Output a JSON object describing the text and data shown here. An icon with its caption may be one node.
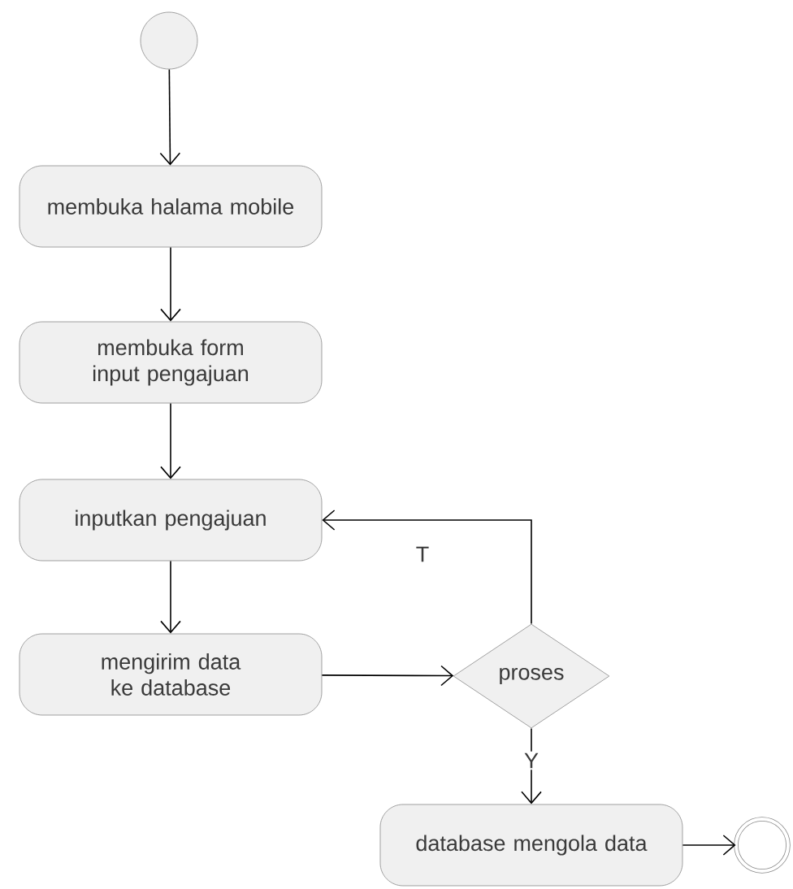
{
  "diagram": {
    "nodes": [
      {
        "text": [],
        "shape": "circle"
      },
      {
        "text": [
          "membuka halama mobile"
        ]
      },
      {
        "text": [
          "membuka form input pengajuan"
        ]
      },
      {
        "text": [
          "inputkan pengajuan"
        ]
      },
      {
        "text": [
          "mengirim data ke database"
        ]
      },
      {
        "text": [
          "proses"
        ]
      },
      {
        "text": [
          "database mengola data"
        ]
      },
      {
        "text": [],
        "shape": "bullseye"
      }
    ],
    "edges": [
      {
        "from": 0,
        "to": 1,
        "arrow": "to"
      },
      {
        "from": 1,
        "to": 2,
        "arrow": "to"
      },
      {
        "from": 2,
        "to": 3,
        "arrow": "to"
      },
      {
        "from": 3,
        "to": 4,
        "arrow": "to"
      },
      {
        "from": 4,
        "to": 5,
        "arrow": "to"
      },
      {
        "from": 5,
        "to": 3,
        "arrow": "to",
        "label": "T"
      },
      {
        "from": 5,
        "to": 6,
        "arrow": "to",
        "label": "Y"
      },
      {
        "from": 6,
        "to": 7,
        "arrow": "to"
      }
    ]
  }
}
